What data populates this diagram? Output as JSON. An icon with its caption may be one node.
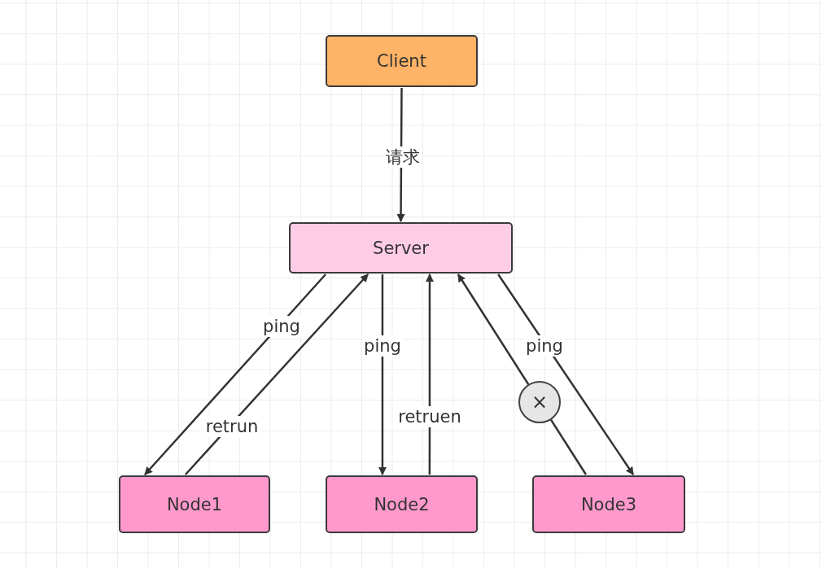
{
  "diagram": {
    "nodes": [
      {
        "text": [
          "Client"
        ]
      },
      {
        "text": [
          "Server"
        ]
      },
      {
        "text": [
          "Node1"
        ]
      },
      {
        "text": [
          "Node2"
        ]
      },
      {
        "text": [
          "Node3"
        ]
      }
    ],
    "edges": [
      {
        "from": 0,
        "to": 1,
        "arrow": "to",
        "label": "请求"
      },
      {
        "from": 1,
        "to": 2,
        "arrow": "to",
        "label": "ping"
      },
      {
        "from": 2,
        "to": 1,
        "arrow": "to",
        "label": "retrun"
      },
      {
        "from": 1,
        "to": 3,
        "arrow": "to",
        "label": "ping"
      },
      {
        "from": 3,
        "to": 1,
        "arrow": "to",
        "label": "retruen"
      },
      {
        "from": 4,
        "to": 1,
        "arrow": "to",
        "label": "×"
      },
      {
        "from": 1,
        "to": 4,
        "arrow": "to",
        "label": "ping"
      }
    ]
  }
}
